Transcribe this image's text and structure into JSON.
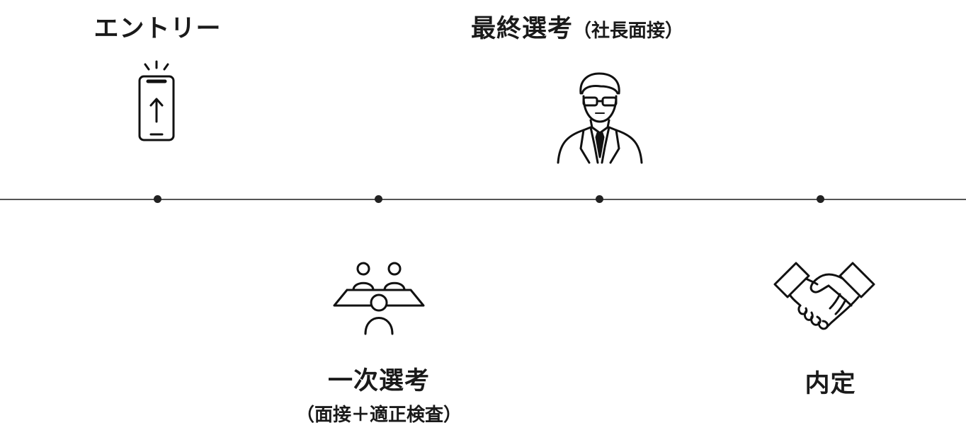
{
  "steps": [
    {
      "id": "entry",
      "label": "エントリー",
      "icon": "smartphone-upload-icon"
    },
    {
      "id": "first",
      "label": "一次選考",
      "sublabel": "（面接＋適正検査）",
      "icon": "group-interview-icon"
    },
    {
      "id": "final",
      "label": "最終選考",
      "sublabel": "（社長面接）",
      "icon": "executive-person-icon"
    },
    {
      "id": "offer",
      "label": "内定",
      "icon": "handshake-icon"
    }
  ],
  "colors": {
    "line": "#555555",
    "dot": "#222222",
    "text": "#1a1a1a",
    "icon_stroke": "#111111"
  }
}
